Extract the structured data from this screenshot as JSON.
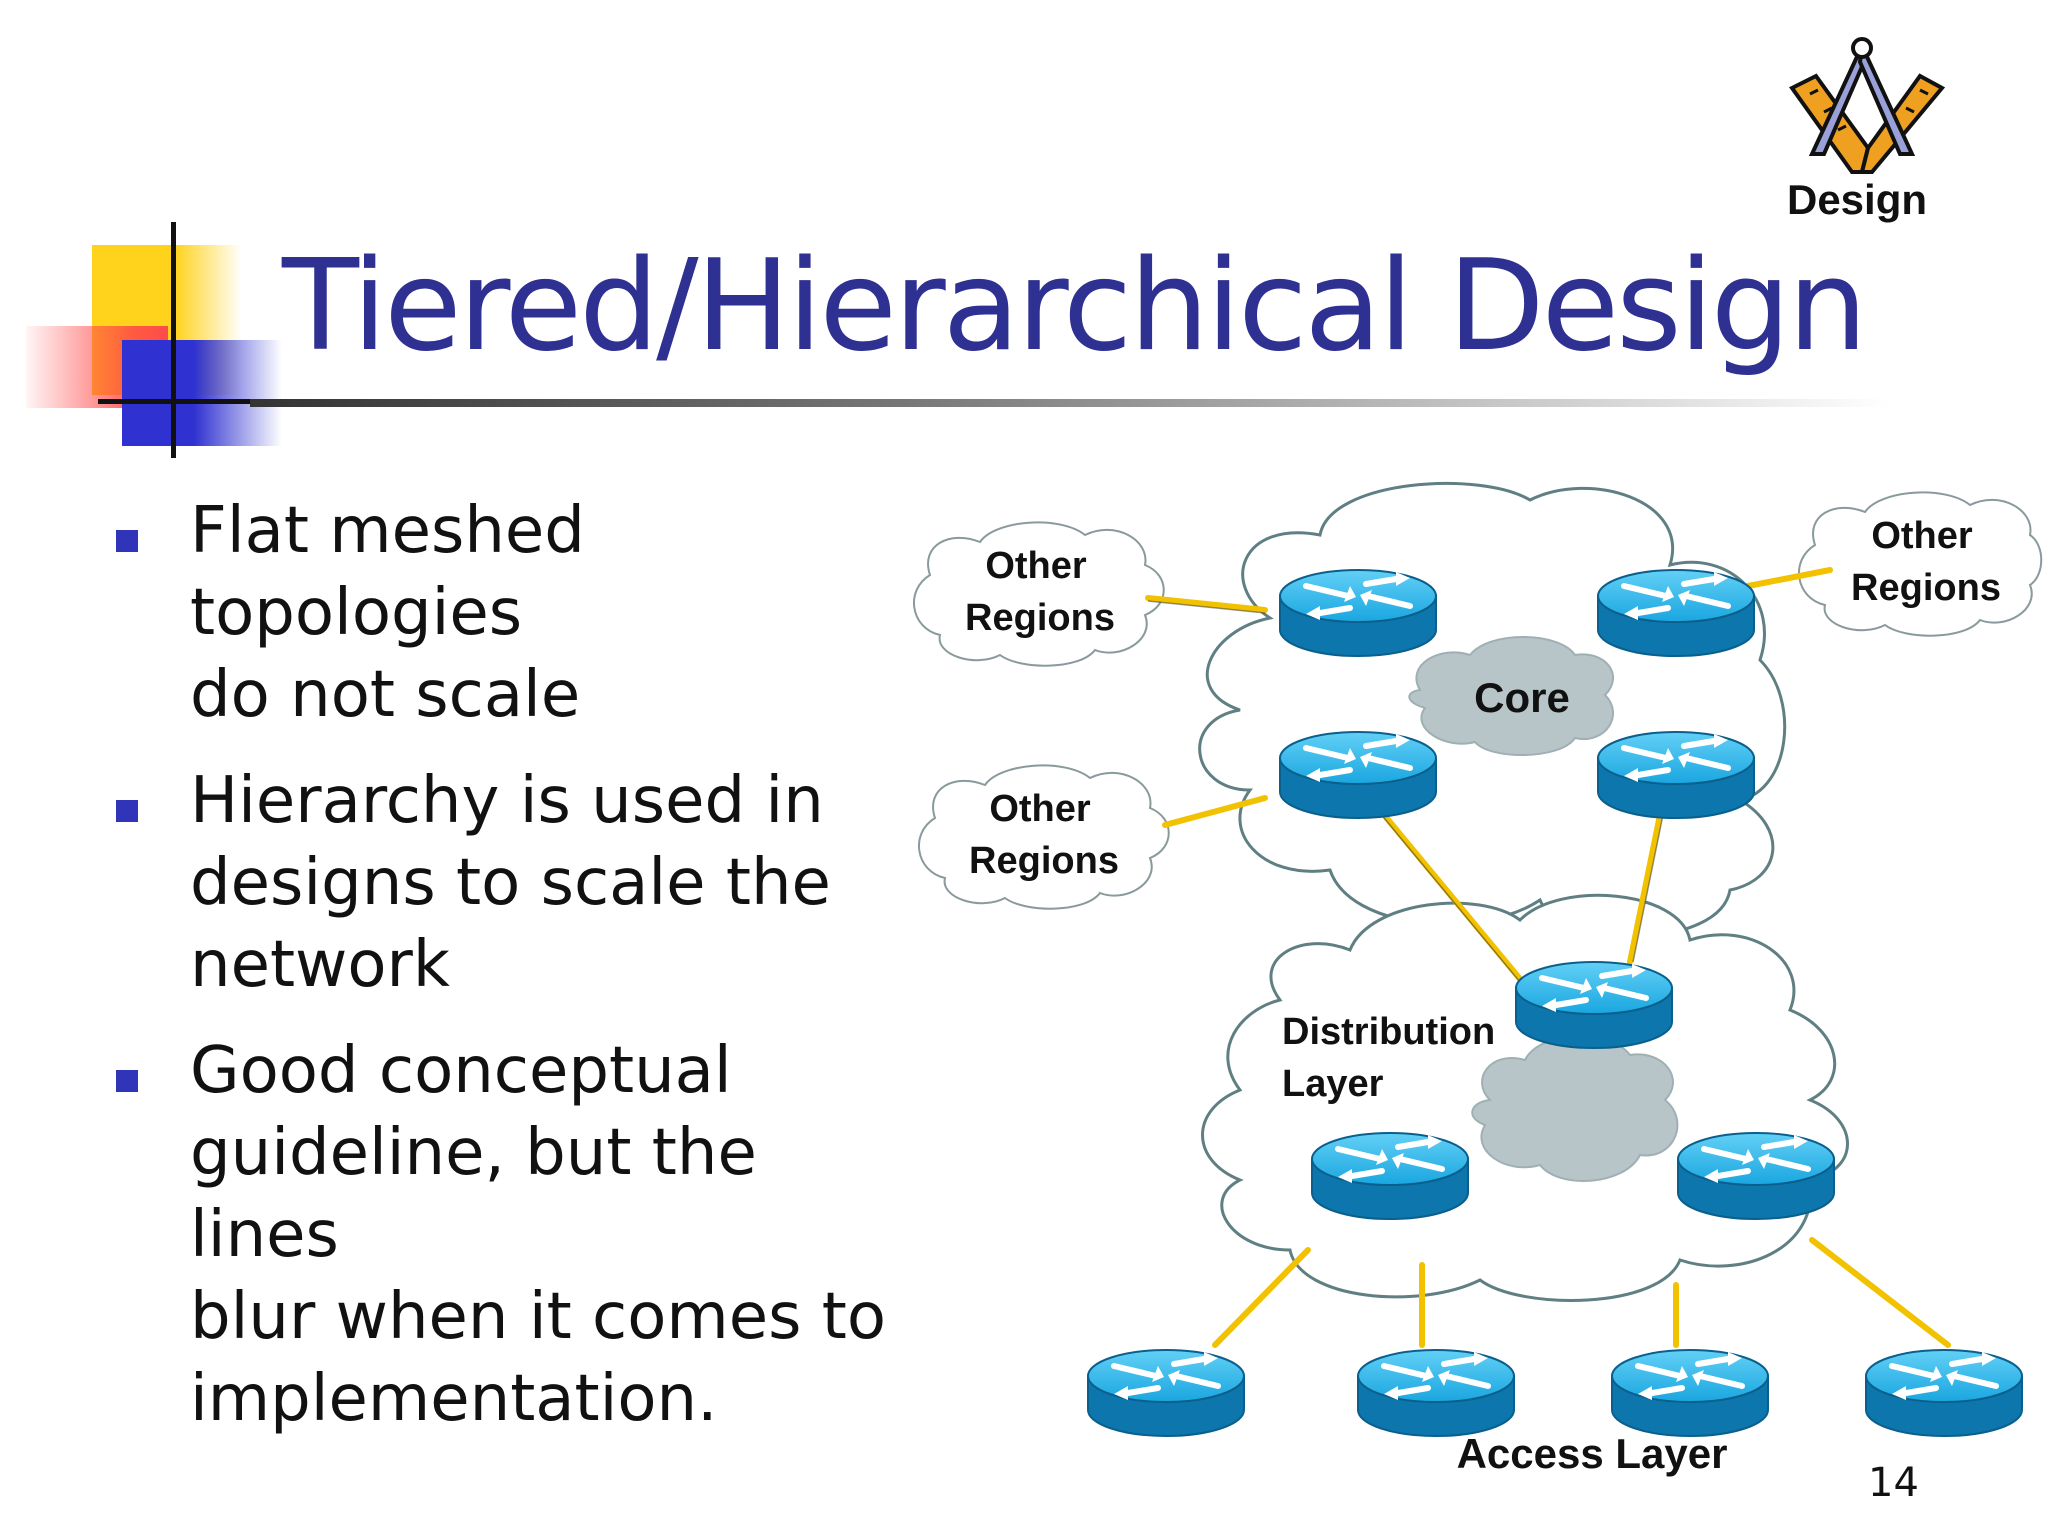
{
  "slide": {
    "title": "Tiered/Hierarchical Design",
    "logo": {
      "label": "Design",
      "icon": "compass-square-icon"
    },
    "bullets": [
      {
        "line1": "Flat meshed topologies",
        "line2": "do not scale",
        "line3": "",
        "line4": ""
      },
      {
        "line1": "Hierarchy is used in",
        "line2": "designs to scale the",
        "line3": "network",
        "line4": ""
      },
      {
        "line1": "Good conceptual",
        "line2": "guideline, but the lines",
        "line3": "blur when it comes to",
        "line4": "implementation."
      }
    ],
    "page_number": "14",
    "colors": {
      "title": "#2e3092",
      "bullet": "#3034b8",
      "router": "#1aa6e0",
      "link": "#f2c200",
      "inner_cloud": "#b7c5c9"
    }
  },
  "diagram": {
    "other_regions": [
      {
        "line1": "Other",
        "line2": "Regions"
      },
      {
        "line1": "Other",
        "line2": "Regions"
      },
      {
        "line1": "Other",
        "line2": "Regions"
      }
    ],
    "core_label": "Core",
    "distribution_label": {
      "line1": "Distribution",
      "line2": "Layer"
    },
    "access_label": "Access Layer",
    "router_icon": "router-icon"
  }
}
